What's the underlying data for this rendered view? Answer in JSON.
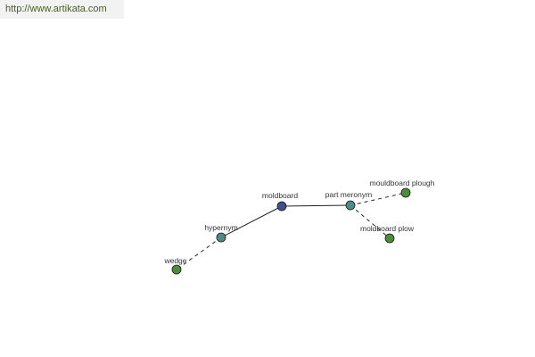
{
  "header": {
    "url_text": "http://www.artikata.com"
  },
  "graph": {
    "nodes": [
      {
        "id": "moldboard",
        "label": "moldboard",
        "role": "center",
        "color": "#3f4f8f"
      },
      {
        "id": "hypernym",
        "label": "hypernym",
        "role": "relation",
        "color": "#4e8a87"
      },
      {
        "id": "part_meronym",
        "label": "part meronym",
        "role": "relation",
        "color": "#4e8a87"
      },
      {
        "id": "wedge",
        "label": "wedge",
        "role": "term",
        "color": "#4c8c3c"
      },
      {
        "id": "mouldboard_plough",
        "label": "mouldboard plough",
        "role": "term",
        "color": "#4c8c3c"
      },
      {
        "id": "moldboard_plow",
        "label": "moldboard plow",
        "role": "term",
        "color": "#4c8c3c"
      }
    ],
    "edges": [
      {
        "from": "moldboard",
        "to": "hypernym",
        "style": "solid"
      },
      {
        "from": "moldboard",
        "to": "part_meronym",
        "style": "solid"
      },
      {
        "from": "hypernym",
        "to": "wedge",
        "style": "dashed"
      },
      {
        "from": "part_meronym",
        "to": "mouldboard_plough",
        "style": "dashed"
      },
      {
        "from": "part_meronym",
        "to": "moldboard_plow",
        "style": "dashed"
      }
    ]
  }
}
